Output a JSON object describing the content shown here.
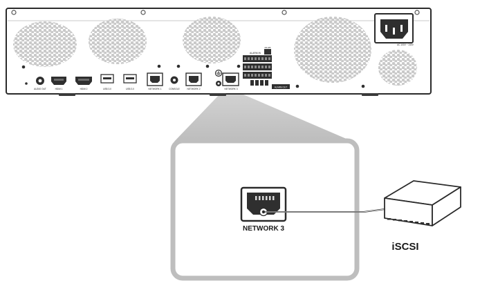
{
  "device_labels": {
    "audio_out": "AUDIO OUT",
    "hdmi1": "HDMI 1",
    "hdmi2": "HDMI 2",
    "usb1": "USB 3.0",
    "usb2": "USB 3.0",
    "network1": "NETWORK 1",
    "console": "CONSOLE",
    "network2": "NETWORK 2",
    "network3": "NETWORK 3",
    "alarm_in": "ALARM IN",
    "alarm_out": "ALARM OUT",
    "rs485": "RS-485",
    "power": "AC 100V ~ 240V"
  },
  "zoom": {
    "port_label": "NETWORK 3"
  },
  "storage": {
    "label": "iSCSI"
  }
}
